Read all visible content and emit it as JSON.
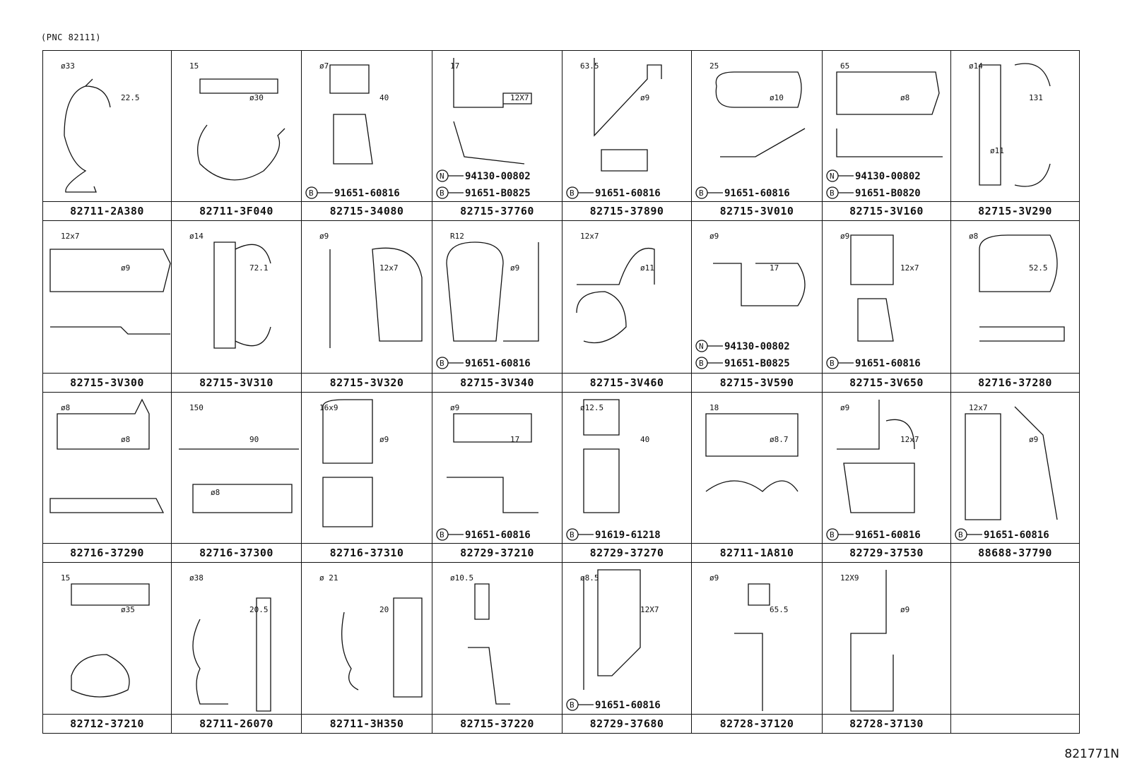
{
  "header": "(PNC 82111)",
  "footer": "821771N",
  "cells": [
    {
      "pn": "82711-2A380",
      "dims": [
        "ø33",
        "22.5"
      ],
      "refs": []
    },
    {
      "pn": "82711-3F040",
      "dims": [
        "15",
        "ø30"
      ],
      "refs": []
    },
    {
      "pn": "82715-34080",
      "dims": [
        "ø7",
        "40"
      ],
      "refs": [
        {
          "sym": "B",
          "num": "91651-60816"
        }
      ]
    },
    {
      "pn": "82715-37760",
      "dims": [
        "17",
        "12X7"
      ],
      "refs": [
        {
          "sym": "N",
          "num": "94130-00802"
        },
        {
          "sym": "B",
          "num": "91651-B0825"
        }
      ]
    },
    {
      "pn": "82715-37890",
      "dims": [
        "63.5",
        "ø9"
      ],
      "refs": [
        {
          "sym": "B",
          "num": "91651-60816"
        }
      ]
    },
    {
      "pn": "82715-3V010",
      "dims": [
        "25",
        "ø10"
      ],
      "refs": [
        {
          "sym": "B",
          "num": "91651-60816"
        }
      ]
    },
    {
      "pn": "82715-3V160",
      "dims": [
        "65",
        "ø8"
      ],
      "refs": [
        {
          "sym": "N",
          "num": "94130-00802"
        },
        {
          "sym": "B",
          "num": "91651-B0820"
        }
      ]
    },
    {
      "pn": "82715-3V290",
      "dims": [
        "ø14",
        "131",
        "ø11"
      ],
      "refs": []
    },
    {
      "pn": "82715-3V300",
      "dims": [
        "12x7",
        "ø9"
      ],
      "refs": []
    },
    {
      "pn": "82715-3V310",
      "dims": [
        "ø14",
        "72.1"
      ],
      "refs": []
    },
    {
      "pn": "82715-3V320",
      "dims": [
        "ø9",
        "12x7"
      ],
      "refs": []
    },
    {
      "pn": "82715-3V340",
      "dims": [
        "R12",
        "ø9"
      ],
      "refs": [
        {
          "sym": "B",
          "num": "91651-60816"
        }
      ]
    },
    {
      "pn": "82715-3V460",
      "dims": [
        "12x7",
        "ø11"
      ],
      "refs": []
    },
    {
      "pn": "82715-3V590",
      "dims": [
        "ø9",
        "17"
      ],
      "refs": [
        {
          "sym": "N",
          "num": "94130-00802"
        },
        {
          "sym": "B",
          "num": "91651-B0825"
        }
      ]
    },
    {
      "pn": "82715-3V650",
      "dims": [
        "ø9",
        "12x7"
      ],
      "refs": [
        {
          "sym": "B",
          "num": "91651-60816"
        }
      ]
    },
    {
      "pn": "82716-37280",
      "dims": [
        "ø8",
        "52.5"
      ],
      "refs": []
    },
    {
      "pn": "82716-37290",
      "dims": [
        "ø8",
        "ø8"
      ],
      "refs": []
    },
    {
      "pn": "82716-37300",
      "dims": [
        "150",
        "90",
        "ø8"
      ],
      "refs": []
    },
    {
      "pn": "82716-37310",
      "dims": [
        "16x9",
        "ø9"
      ],
      "refs": []
    },
    {
      "pn": "82729-37210",
      "dims": [
        "ø9",
        "17"
      ],
      "refs": [
        {
          "sym": "B",
          "num": "91651-60816"
        }
      ]
    },
    {
      "pn": "82729-37270",
      "dims": [
        "ø12.5",
        "40"
      ],
      "refs": [
        {
          "sym": "B",
          "num": "91619-61218"
        }
      ]
    },
    {
      "pn": "82711-1A810",
      "dims": [
        "18",
        "ø8.7"
      ],
      "refs": []
    },
    {
      "pn": "82729-37530",
      "dims": [
        "ø9",
        "12x7"
      ],
      "refs": [
        {
          "sym": "B",
          "num": "91651-60816"
        }
      ]
    },
    {
      "pn": "88688-37790",
      "dims": [
        "12x7",
        "ø9"
      ],
      "refs": [
        {
          "sym": "B",
          "num": "91651-60816"
        }
      ]
    },
    {
      "pn": "82712-37210",
      "dims": [
        "15",
        "ø35"
      ],
      "refs": []
    },
    {
      "pn": "82711-26070",
      "dims": [
        "ø38",
        "20.5"
      ],
      "refs": []
    },
    {
      "pn": "82711-3H350",
      "dims": [
        "ø 21",
        "20"
      ],
      "refs": []
    },
    {
      "pn": "82715-37220",
      "dims": [
        "ø10.5"
      ],
      "refs": []
    },
    {
      "pn": "82729-37680",
      "dims": [
        "ø8.5",
        "12X7"
      ],
      "refs": [
        {
          "sym": "B",
          "num": "91651-60816"
        }
      ]
    },
    {
      "pn": "82728-37120",
      "dims": [
        "ø9",
        "65.5"
      ],
      "refs": []
    },
    {
      "pn": "82728-37130",
      "dims": [
        "12X9",
        "ø9"
      ],
      "refs": []
    },
    {
      "pn": "",
      "dims": [],
      "refs": []
    }
  ]
}
